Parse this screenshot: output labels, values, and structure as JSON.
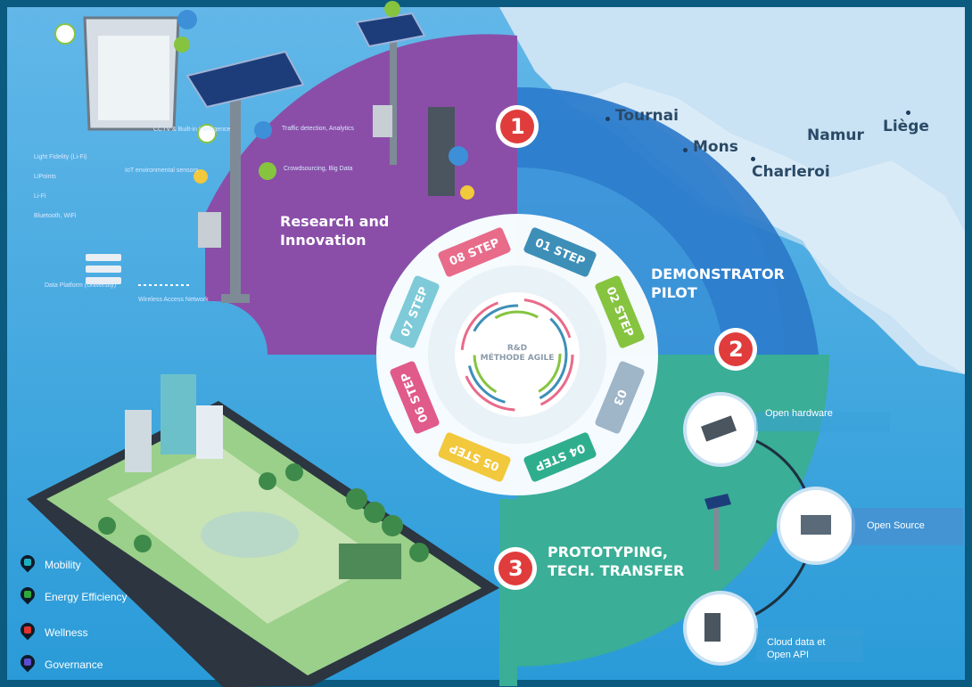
{
  "regions": {
    "research": {
      "title_line1": "Research and",
      "title_line2": "Innovation",
      "number": "1",
      "color": "#8a4ea8"
    },
    "demonstrator": {
      "title_line1": "DEMONSTRATOR",
      "title_line2": "PILOT",
      "number": "2",
      "color": "#2a78c8"
    },
    "prototyping": {
      "title_line1": "PROTOTYPING,",
      "title_line2": "TECH. TRANSFER",
      "number": "3",
      "color": "#3aae96"
    }
  },
  "cities": [
    "Tournai",
    "Mons",
    "Charleroi",
    "Namur",
    "Liège"
  ],
  "cycle": {
    "center_line1": "R&D",
    "center_line2": "MÉTHODE AGILE",
    "steps": [
      {
        "label": "01 STEP",
        "color": "#3d8fb8"
      },
      {
        "label": "02 STEP",
        "color": "#86c440"
      },
      {
        "label": "03",
        "color": "#9fb5c8"
      },
      {
        "label": "04 STEP",
        "color": "#2fae8e"
      },
      {
        "label": "05 STEP",
        "color": "#f2c83c"
      },
      {
        "label": "06 STEP",
        "color": "#e05a8a"
      },
      {
        "label": "07 STEP",
        "color": "#7ecad8"
      },
      {
        "label": "08 STEP",
        "color": "#e86b8a"
      }
    ]
  },
  "research_small_labels": {
    "legend": [
      "Light Fidelity (Li-Fi)",
      "LiPoints",
      "Li-Fi",
      "Bluetooth, WiFi"
    ],
    "features": [
      "CCTV & Built-in Intelligence",
      "IoT environmental sensors",
      "Traffic detection, Analytics",
      "Crowdsourcing, Big Data"
    ],
    "platform": "Data Platform (University)",
    "access": "Wireless Access Network"
  },
  "open_items": [
    "Open hardware",
    "Open Source",
    "Cloud data et",
    "Open API"
  ],
  "legend": [
    {
      "label": "Mobility",
      "color": "#1ab0c0"
    },
    {
      "label": "Energy Efficiency",
      "color": "#2eaa3c"
    },
    {
      "label": "Wellness",
      "color": "#e0342c"
    },
    {
      "label": "Governance",
      "color": "#5a4ed0"
    }
  ]
}
